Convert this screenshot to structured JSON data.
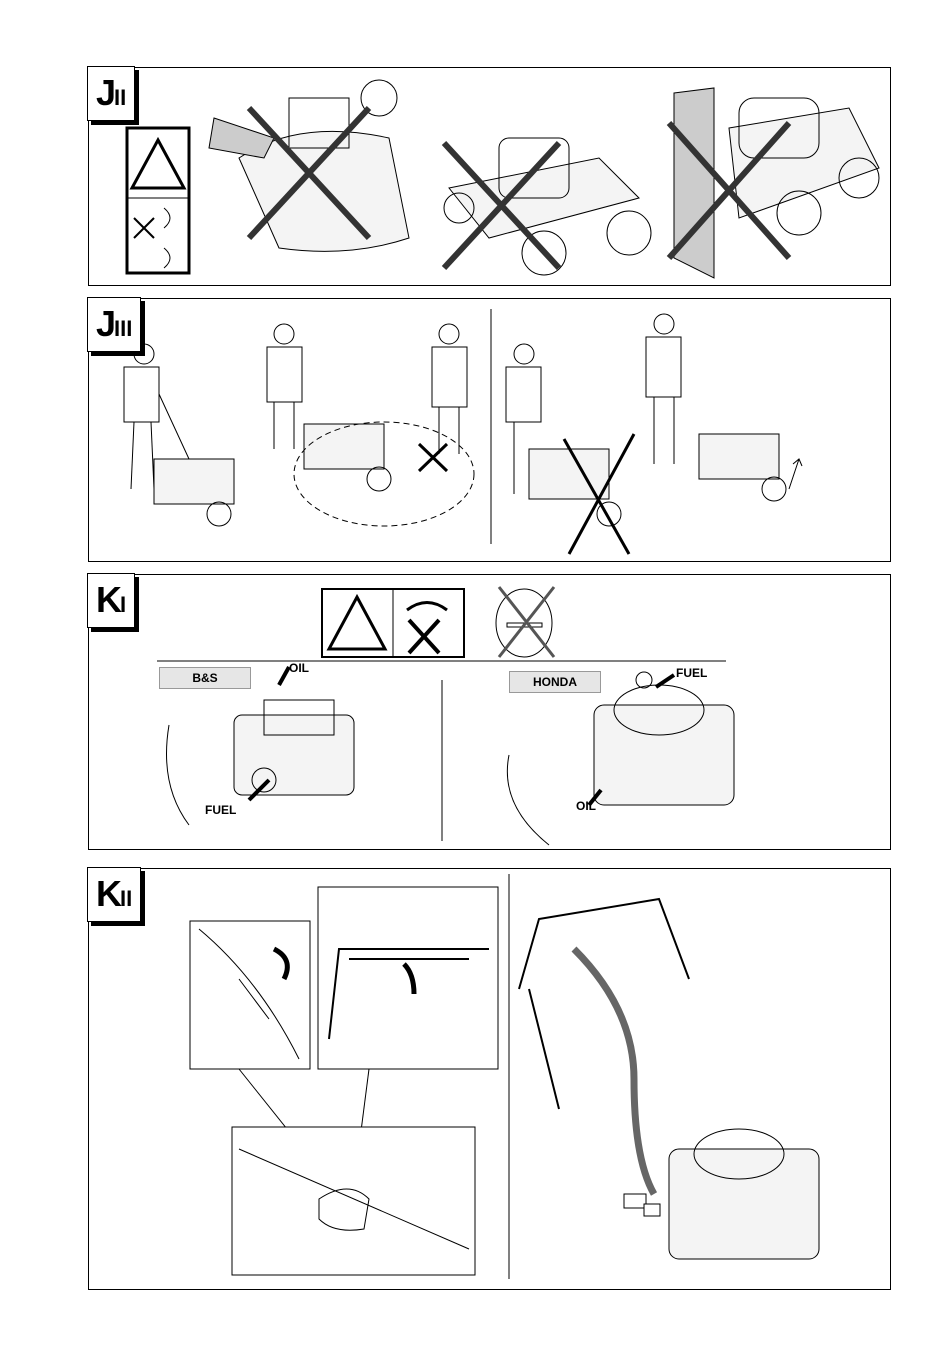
{
  "sections": {
    "j2": {
      "tag_main": "J",
      "tag_sub": "II"
    },
    "j3": {
      "tag_main": "J",
      "tag_sub": "III"
    },
    "k1": {
      "tag_main": "K",
      "tag_sub": "I",
      "brand_left": "B&S",
      "brand_right": "HONDA",
      "left_oil": "OIL",
      "left_fuel": "FUEL",
      "right_fuel": "FUEL",
      "right_oil": "OIL"
    },
    "k2": {
      "tag_main": "K",
      "tag_sub": "II"
    }
  }
}
